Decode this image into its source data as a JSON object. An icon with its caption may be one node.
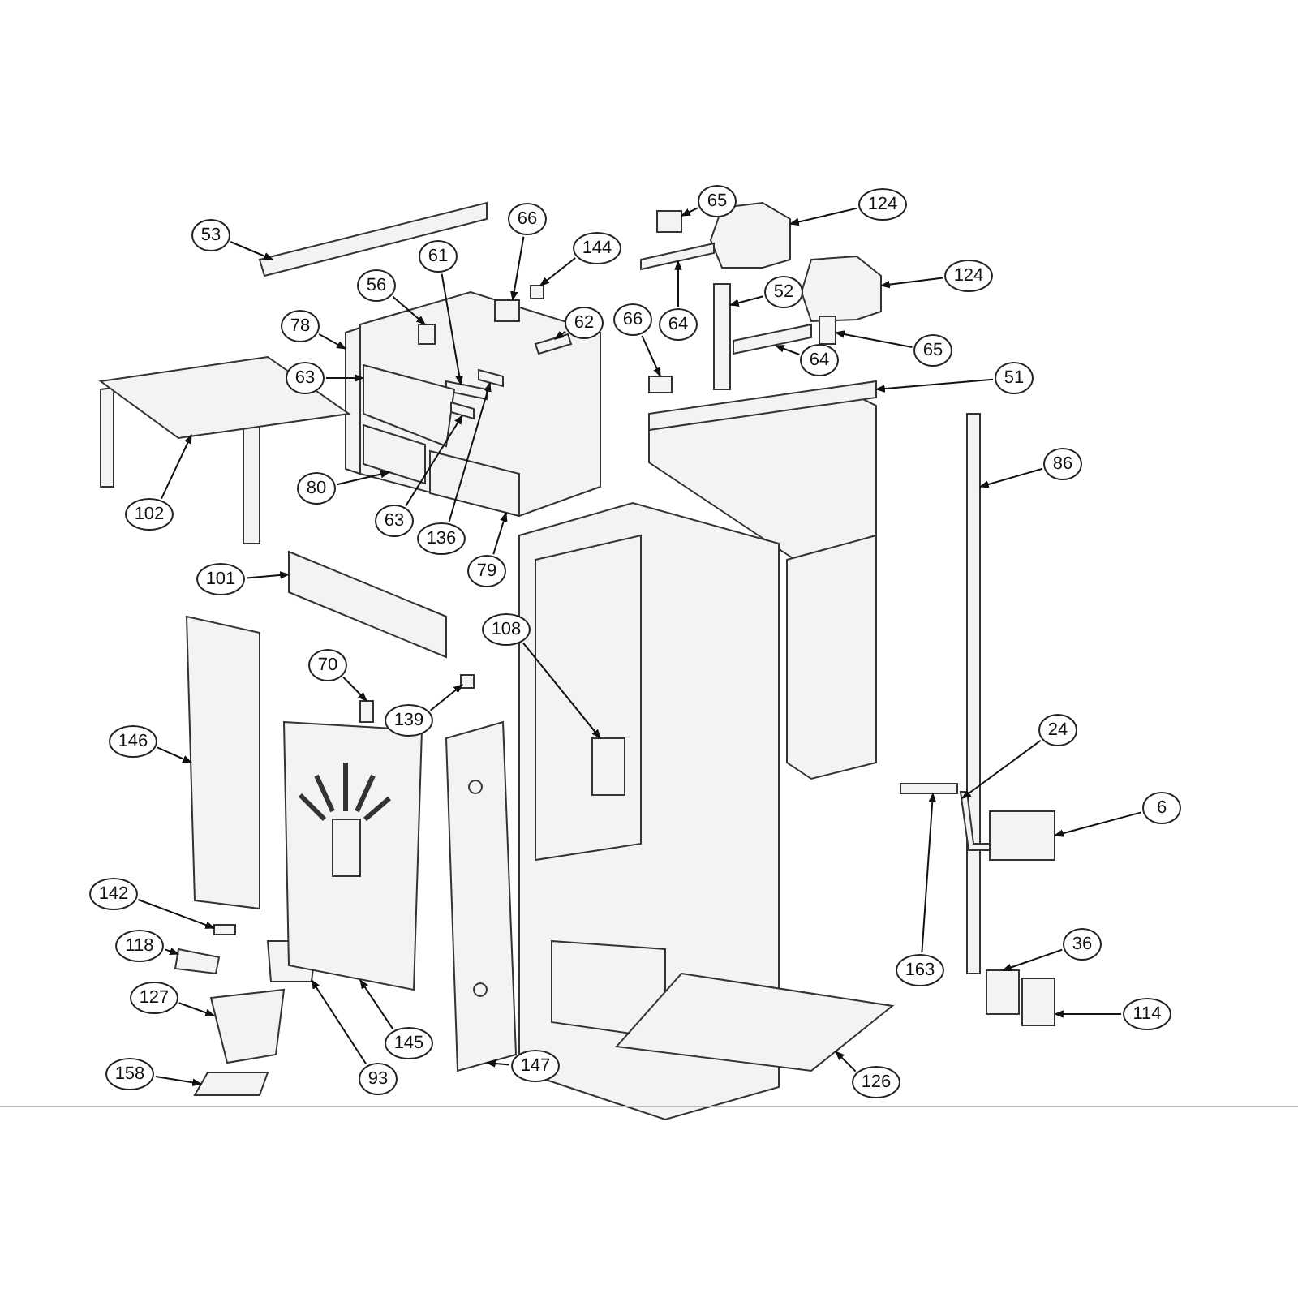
{
  "diagram": {
    "nodes": [
      {
        "text": [
          "53"
        ]
      },
      {
        "text": [
          "66"
        ]
      },
      {
        "text": [
          "144"
        ]
      },
      {
        "text": [
          "65"
        ]
      },
      {
        "text": [
          "124"
        ]
      },
      {
        "text": [
          "61"
        ]
      },
      {
        "text": [
          "56"
        ]
      },
      {
        "text": [
          "78"
        ]
      },
      {
        "text": [
          "62"
        ]
      },
      {
        "text": [
          "66"
        ]
      },
      {
        "text": [
          "52"
        ]
      },
      {
        "text": [
          "124"
        ]
      },
      {
        "text": [
          "64"
        ]
      },
      {
        "text": [
          "65"
        ]
      },
      {
        "text": [
          "63"
        ]
      },
      {
        "text": [
          "64"
        ]
      },
      {
        "text": [
          "51"
        ]
      },
      {
        "text": [
          "102"
        ]
      },
      {
        "text": [
          "80"
        ]
      },
      {
        "text": [
          "63"
        ]
      },
      {
        "text": [
          "136"
        ]
      },
      {
        "text": [
          "79"
        ]
      },
      {
        "text": [
          "86"
        ]
      },
      {
        "text": [
          "101"
        ]
      },
      {
        "text": [
          "108"
        ]
      },
      {
        "text": [
          "70"
        ]
      },
      {
        "text": [
          "139"
        ]
      },
      {
        "text": [
          "146"
        ]
      },
      {
        "text": [
          "24"
        ]
      },
      {
        "text": [
          "6"
        ]
      },
      {
        "text": [
          "142"
        ]
      },
      {
        "text": [
          "118"
        ]
      },
      {
        "text": [
          "127"
        ]
      },
      {
        "text": [
          "93"
        ]
      },
      {
        "text": [
          "145"
        ]
      },
      {
        "text": [
          "147"
        ]
      },
      {
        "text": [
          "163"
        ]
      },
      {
        "text": [
          "36"
        ]
      },
      {
        "text": [
          "114"
        ]
      },
      {
        "text": [
          "158"
        ]
      },
      {
        "text": [
          "126"
        ]
      },
      {
        "text": [],
        "shape": "box"
      },
      {
        "text": [],
        "shape": "box"
      },
      {
        "text": [],
        "shape": "box"
      },
      {
        "text": [],
        "shape": "box"
      },
      {
        "text": [],
        "shape": "box"
      },
      {
        "text": [],
        "shape": "box"
      },
      {
        "text": [],
        "shape": "box"
      },
      {
        "text": [],
        "shape": "box"
      },
      {
        "text": [],
        "shape": "box"
      },
      {
        "text": [],
        "shape": "box"
      },
      {
        "text": [],
        "shape": "box"
      },
      {
        "text": [],
        "shape": "box"
      },
      {
        "text": [],
        "shape": "box"
      },
      {
        "text": [],
        "shape": "box"
      },
      {
        "text": [],
        "shape": "box"
      },
      {
        "text": [],
        "shape": "box"
      },
      {
        "text": [],
        "shape": "box"
      },
      {
        "text": [],
        "shape": "box"
      },
      {
        "text": [],
        "shape": "box"
      },
      {
        "text": [],
        "shape": "box"
      },
      {
        "text": [],
        "shape": "box"
      },
      {
        "text": [],
        "shape": "box"
      },
      {
        "text": [],
        "shape": "box"
      },
      {
        "text": [],
        "shape": "box"
      },
      {
        "text": [],
        "shape": "box"
      },
      {
        "text": [],
        "shape": "box"
      },
      {
        "text": [],
        "shape": "box"
      },
      {
        "text": [],
        "shape": "box"
      },
      {
        "text": [],
        "shape": "box"
      },
      {
        "text": [],
        "shape": "box"
      },
      {
        "text": [],
        "shape": "box"
      },
      {
        "text": [],
        "shape": "box"
      },
      {
        "text": [],
        "shape": "box"
      },
      {
        "text": [],
        "shape": "box"
      },
      {
        "text": [],
        "shape": "box"
      },
      {
        "text": [],
        "shape": "box"
      },
      {
        "text": [],
        "shape": "box"
      },
      {
        "text": [],
        "shape": "box"
      },
      {
        "text": [],
        "shape": "box"
      },
      {
        "text": [],
        "shape": "box"
      },
      {
        "text": [],
        "shape": "box"
      }
    ],
    "edges": [
      {
        "from": 0,
        "to": 41,
        "arrow": "to"
      },
      {
        "from": 1,
        "to": 42,
        "arrow": "to"
      },
      {
        "from": 2,
        "to": 43,
        "arrow": "to"
      },
      {
        "from": 3,
        "to": 44,
        "arrow": "to"
      },
      {
        "from": 4,
        "to": 45,
        "arrow": "to"
      },
      {
        "from": 5,
        "to": 46,
        "arrow": "to"
      },
      {
        "from": 6,
        "to": 47,
        "arrow": "to"
      },
      {
        "from": 7,
        "to": 48,
        "arrow": "to"
      },
      {
        "from": 8,
        "to": 49,
        "arrow": "to"
      },
      {
        "from": 9,
        "to": 50,
        "arrow": "to"
      },
      {
        "from": 10,
        "to": 51,
        "arrow": "to"
      },
      {
        "from": 11,
        "to": 52,
        "arrow": "to"
      },
      {
        "from": 12,
        "to": 53,
        "arrow": "to"
      },
      {
        "from": 13,
        "to": 54,
        "arrow": "to"
      },
      {
        "from": 14,
        "to": 55,
        "arrow": "to"
      },
      {
        "from": 15,
        "to": 56,
        "arrow": "to"
      },
      {
        "from": 16,
        "to": 57,
        "arrow": "to"
      },
      {
        "from": 17,
        "to": 58,
        "arrow": "to"
      },
      {
        "from": 18,
        "to": 59,
        "arrow": "to"
      },
      {
        "from": 19,
        "to": 60,
        "arrow": "to"
      },
      {
        "from": 20,
        "to": 61,
        "arrow": "to"
      },
      {
        "from": 21,
        "to": 62,
        "arrow": "to"
      },
      {
        "from": 22,
        "to": 63,
        "arrow": "to"
      },
      {
        "from": 23,
        "to": 64,
        "arrow": "to"
      },
      {
        "from": 24,
        "to": 65,
        "arrow": "to"
      },
      {
        "from": 25,
        "to": 66,
        "arrow": "to"
      },
      {
        "from": 26,
        "to": 67,
        "arrow": "to"
      },
      {
        "from": 27,
        "to": 68,
        "arrow": "to"
      },
      {
        "from": 28,
        "to": 69,
        "arrow": "to"
      },
      {
        "from": 29,
        "to": 70,
        "arrow": "to"
      },
      {
        "from": 30,
        "to": 71,
        "arrow": "to"
      },
      {
        "from": 31,
        "to": 72,
        "arrow": "to"
      },
      {
        "from": 32,
        "to": 73,
        "arrow": "to"
      },
      {
        "from": 33,
        "to": 74,
        "arrow": "to"
      },
      {
        "from": 34,
        "to": 75,
        "arrow": "to"
      },
      {
        "from": 35,
        "to": 76,
        "arrow": "to"
      },
      {
        "from": 36,
        "to": 77,
        "arrow": "to"
      },
      {
        "from": 37,
        "to": 78,
        "arrow": "to"
      },
      {
        "from": 38,
        "to": 79,
        "arrow": "to"
      },
      {
        "from": 39,
        "to": 80,
        "arrow": "to"
      },
      {
        "from": 40,
        "to": 81,
        "arrow": "to"
      }
    ]
  }
}
